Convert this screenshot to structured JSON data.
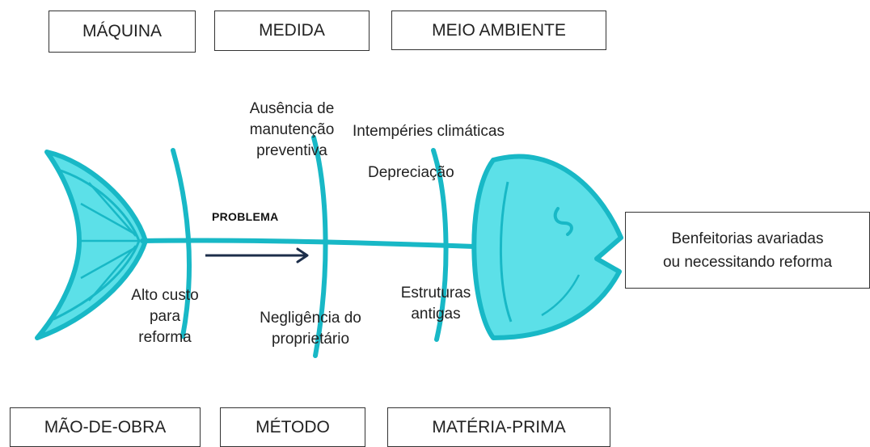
{
  "categories": {
    "maquina": "MÁQUINA",
    "medida": "MEDIDA",
    "meio_ambiente": "MEIO AMBIENTE",
    "mao_de_obra": "MÃO-DE-OBRA",
    "metodo": "MÉTODO",
    "materia_prima": "MATÉRIA-PRIMA"
  },
  "causes": {
    "ausencia": "Ausência de\nmanutenção\npreventiva",
    "intemperies": "Intempéries climáticas",
    "depreciacao": "Depreciação",
    "alto_custo": "Alto custo\npara\nreforma",
    "negligencia": "Negligência do\nproprietário",
    "estruturas": "Estruturas\nantigas"
  },
  "problem_label": "PROBLEMA",
  "result": "Benfeitorias avariadas\nou necessitando reforma",
  "colors": {
    "fish_fill": "#5ce0e8",
    "fish_stroke": "#18b8c6",
    "arrow": "#1c2e4a",
    "box_border": "#333333"
  }
}
